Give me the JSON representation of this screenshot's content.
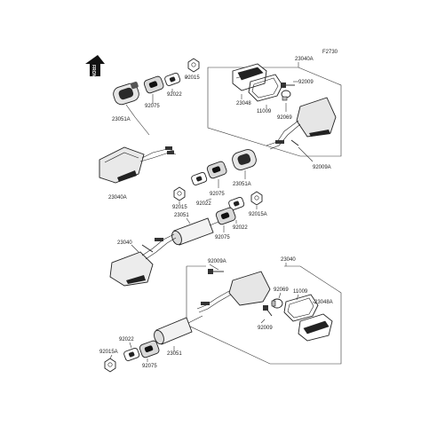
{
  "figure_code": "F2730",
  "front_label": "FRONT",
  "callouts": {
    "top_left_92015": "92015",
    "top_left_92022": "92022",
    "top_left_92075": "92075",
    "top_left_23051A": "23051A",
    "top_left_23040A": "23040A",
    "box_top_23040A": "23040A",
    "box_top_92009": "92009",
    "box_top_23048": "23048",
    "box_top_11009": "11009",
    "box_top_92069": "92069",
    "box_top_92009A": "92009A",
    "mid_23051A": "23051A",
    "mid_92075": "92075",
    "mid_92015": "92015",
    "mid_92022": "92022",
    "mid_92015A": "92015A",
    "mid_23051": "23051",
    "mid_92022b": "92022",
    "mid_92075b": "92075",
    "left_23040": "23040",
    "box_bot_92009A": "92009A",
    "box_bot_23040": "23040",
    "box_bot_92069": "92069",
    "box_bot_11009": "11009",
    "box_bot_23048A": "23048A",
    "box_bot_92009": "92009",
    "bot_92022": "92022",
    "bot_92015A": "92015A",
    "bot_92075": "92075",
    "bot_23051": "23051"
  }
}
